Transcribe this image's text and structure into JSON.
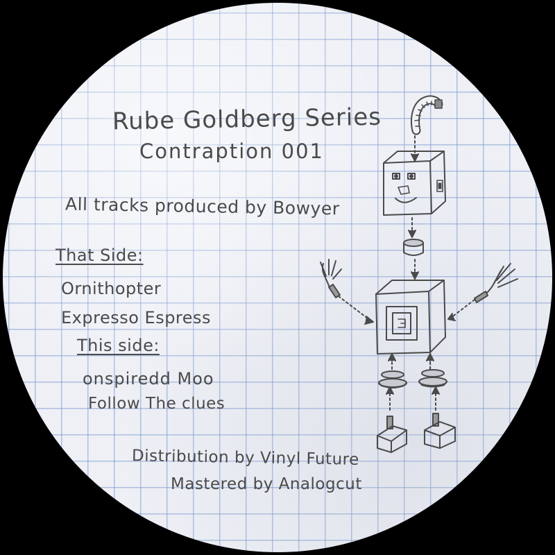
{
  "label": {
    "series_title": "Rube Goldberg Series",
    "catalog_number": "Contraption 001",
    "producer_credit": "All tracks produced by Bowyer",
    "side_a": {
      "heading": "That Side:",
      "tracks": [
        "Ornithopter",
        "Expresso Espress"
      ]
    },
    "side_b": {
      "heading": "This side:",
      "tracks": [
        "onspiredd Moo",
        "Follow The clues"
      ]
    },
    "distribution_credit": "Distribution by Vinyl Future",
    "mastering_credit": "Mastered by Analogcut"
  },
  "illustration": {
    "subject": "robot-drawing",
    "ink_color": "#4a4a4a",
    "grid_color": "#7896cd",
    "paper_color": "#eef0f6"
  }
}
